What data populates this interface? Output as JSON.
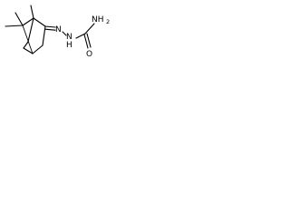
{
  "molecule": {
    "atom_labels": {
      "hydrazone_n1": "N",
      "hydrazone_n2": "N",
      "hydrazone_h": "H",
      "carbonyl_o": "O",
      "amide_n": "NH",
      "amide_n_subscript": "2"
    }
  }
}
